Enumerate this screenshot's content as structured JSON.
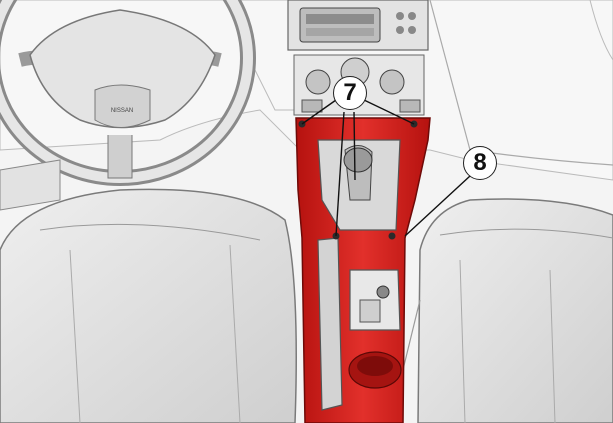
{
  "callouts": [
    {
      "id": "7",
      "label": "7"
    },
    {
      "id": "8",
      "label": "8"
    }
  ],
  "steering_hub_text": "NISSAN",
  "colors": {
    "highlight": "#d9231f",
    "line": "#555555",
    "seat": "#dcdcdc",
    "background": "#f4f4f4"
  }
}
